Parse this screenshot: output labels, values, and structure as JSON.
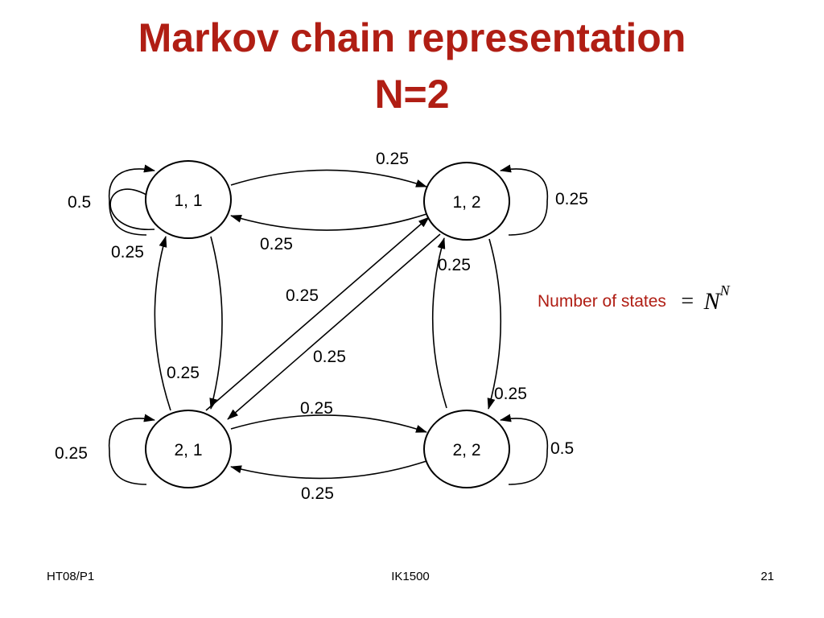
{
  "slide": {
    "title_line1": "Markov chain representation",
    "title_line2": "N=2",
    "formula_text": "Number of states",
    "formula_eq": "=",
    "formula_base": "N",
    "formula_exp": "N",
    "footer_left": "HT08/P1",
    "footer_center": "IK1500",
    "footer_right": "21"
  },
  "diagram": {
    "states": [
      {
        "id": "s11",
        "label": "1, 1"
      },
      {
        "id": "s12",
        "label": "1, 2"
      },
      {
        "id": "s21",
        "label": "2, 1"
      },
      {
        "id": "s22",
        "label": "2, 2"
      }
    ],
    "transitions": [
      {
        "from": "1, 1",
        "to": "1, 1",
        "label": "0.5"
      },
      {
        "from": "1, 1",
        "to": "1, 2",
        "label": "0.25"
      },
      {
        "from": "1, 2",
        "to": "1, 1",
        "label": "0.25"
      },
      {
        "from": "1, 2",
        "to": "1, 2",
        "label": "0.25"
      },
      {
        "from": "1, 2",
        "to": "2, 2",
        "label": "0.25"
      },
      {
        "from": "2, 2",
        "to": "1, 2",
        "label": "0.25"
      },
      {
        "from": "2, 1",
        "to": "1, 2",
        "label": "0.25"
      },
      {
        "from": "1, 2",
        "to": "2, 1",
        "label": "0.25"
      },
      {
        "from": "2, 1",
        "to": "1, 1",
        "label": "0.25"
      },
      {
        "from": "1, 1",
        "to": "2, 1",
        "label": "0.25"
      },
      {
        "from": "2, 1",
        "to": "2, 1",
        "label": "0.25"
      },
      {
        "from": "2, 1",
        "to": "2, 2",
        "label": "0.25"
      },
      {
        "from": "2, 2",
        "to": "2, 1",
        "label": "0.25"
      },
      {
        "from": "2, 2",
        "to": "2, 2",
        "label": "0.5"
      }
    ]
  }
}
